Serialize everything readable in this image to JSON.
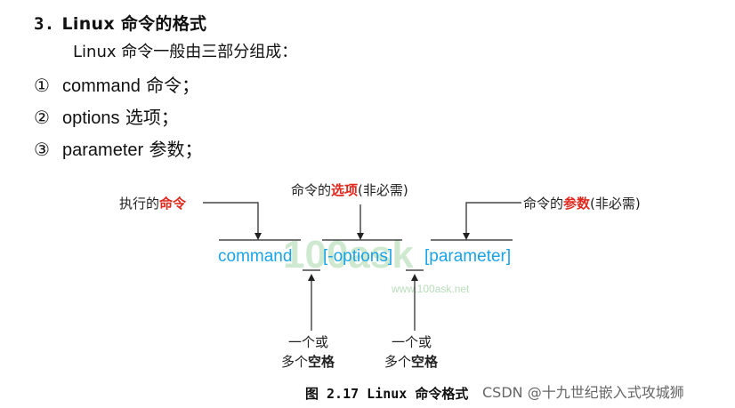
{
  "heading": {
    "number": "3.",
    "title": "Linux 命令的格式"
  },
  "intro": "Linux 命令一般由三部分组成：",
  "items": [
    {
      "marker": "①",
      "en": "command",
      "zh": " 命令；"
    },
    {
      "marker": "②",
      "en": "options",
      "zh": " 选项；"
    },
    {
      "marker": "③",
      "en": "parameter",
      "zh": " 参数；"
    }
  ],
  "diagram": {
    "label_left_prefix": "执行的",
    "label_left_red": "命令",
    "label_top_prefix": "命令的",
    "label_top_red": "选项",
    "label_top_suffix": "(非必需)",
    "label_right_prefix": "命令的",
    "label_right_red": "参数",
    "label_right_suffix": "(非必需)",
    "cmd_command": "command",
    "cmd_options": "[-options]",
    "cmd_parameter": "[parameter]",
    "space_label_1_line1": "一个或",
    "space_label_1_line2_prefix": "多个",
    "space_label_1_line2_bold": "空格",
    "space_label_2_line1": "一个或",
    "space_label_2_line2_prefix": "多个",
    "space_label_2_line2_bold": "空格",
    "watermark_logo": "100ask",
    "watermark_url": "www.100ask.net"
  },
  "caption": "图 2.17 Linux 命令格式",
  "csdn_watermark": "CSDN @十九世纪嵌入式攻城狮"
}
